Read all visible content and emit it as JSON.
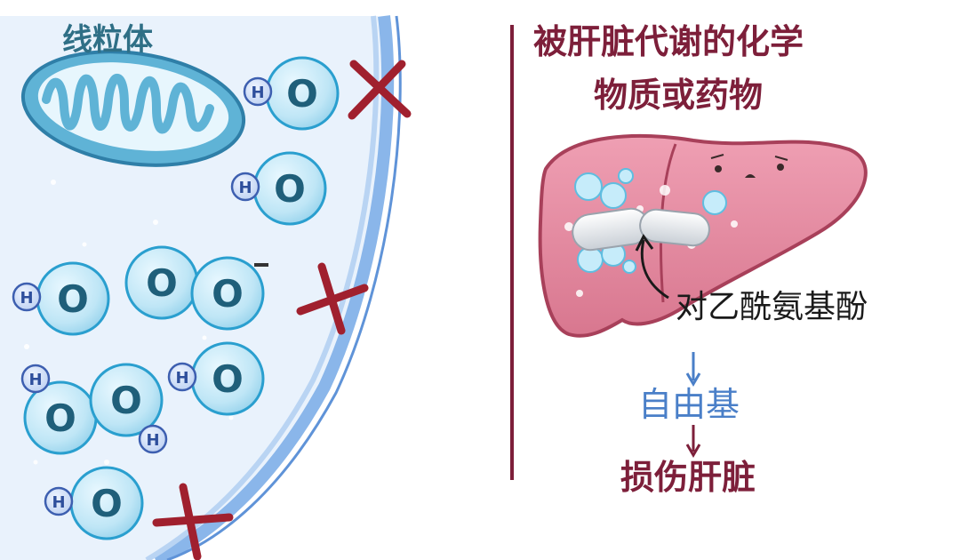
{
  "colors": {
    "dark_red": "#7d1f3a",
    "cross_red": "#a0202e",
    "teal_text": "#2f6f86",
    "blue_text": "#4a7fc8",
    "dark_text": "#1a1a1a",
    "molecule_fill": "#bfe6f6",
    "molecule_stroke": "#2a9fcf",
    "liver_fill": "#e48fa4",
    "membrane_blue": "#8ab6ea",
    "mito_fill": "#5fb3d6"
  },
  "left_panel": {
    "title": "线粒体",
    "molecule_letters": {
      "oxygen": "O",
      "hydrogen": "H"
    },
    "icons": [
      "mitochondrion-icon",
      "water-molecule-icon",
      "hydroxyl-radical-icon",
      "cross-mark-icon",
      "cell-membrane"
    ]
  },
  "right_panel": {
    "title_line1": "被肝脏代谢的化学",
    "title_line2": "物质或药物",
    "drug_label": "对乙酰氨基酚",
    "step1": "自由基",
    "step2": "损伤肝脏",
    "icons": [
      "liver-icon",
      "capsule-icon",
      "curved-arrow-icon",
      "down-arrow-icon"
    ]
  }
}
